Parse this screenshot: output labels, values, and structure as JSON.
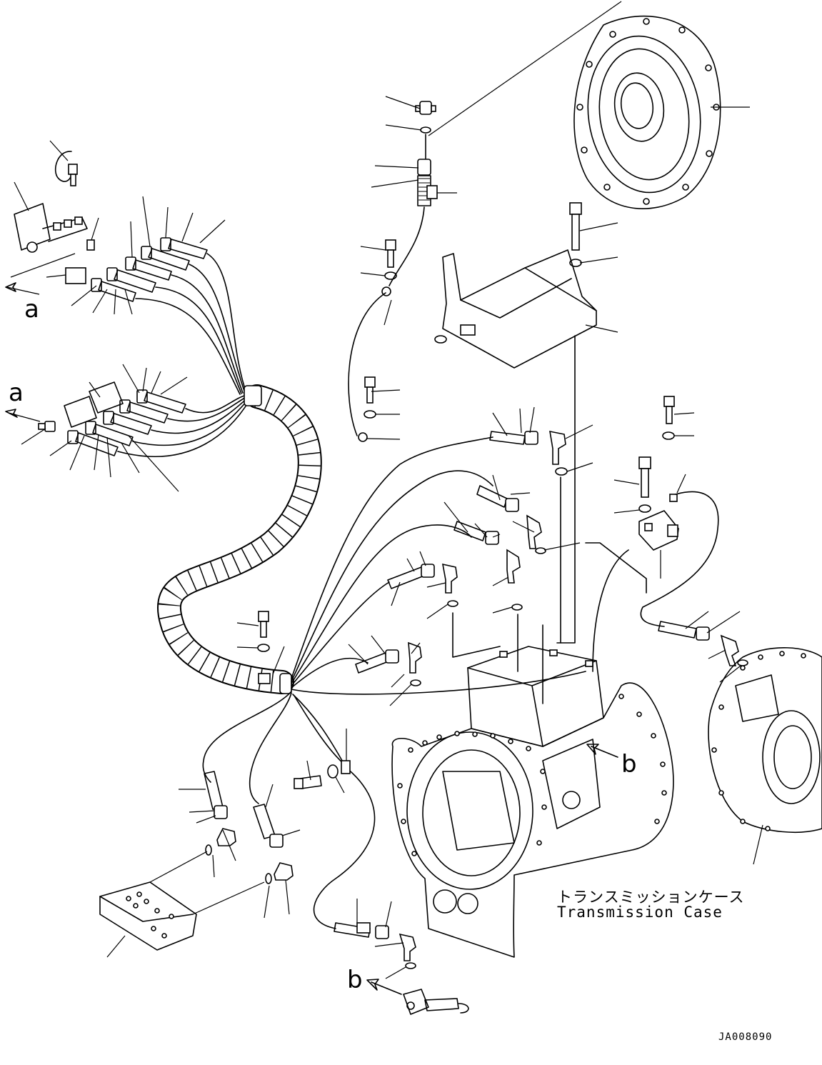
{
  "labels": {
    "ref_a_upper": "a",
    "ref_a_lower": "a",
    "ref_b_right": "b",
    "ref_b_lower": "b",
    "caption_jp": "トランスミッションケース",
    "caption_en": "Transmission Case",
    "drawing_code": "JA008090"
  },
  "colors": {
    "line": "#000000",
    "background": "#ffffff"
  }
}
